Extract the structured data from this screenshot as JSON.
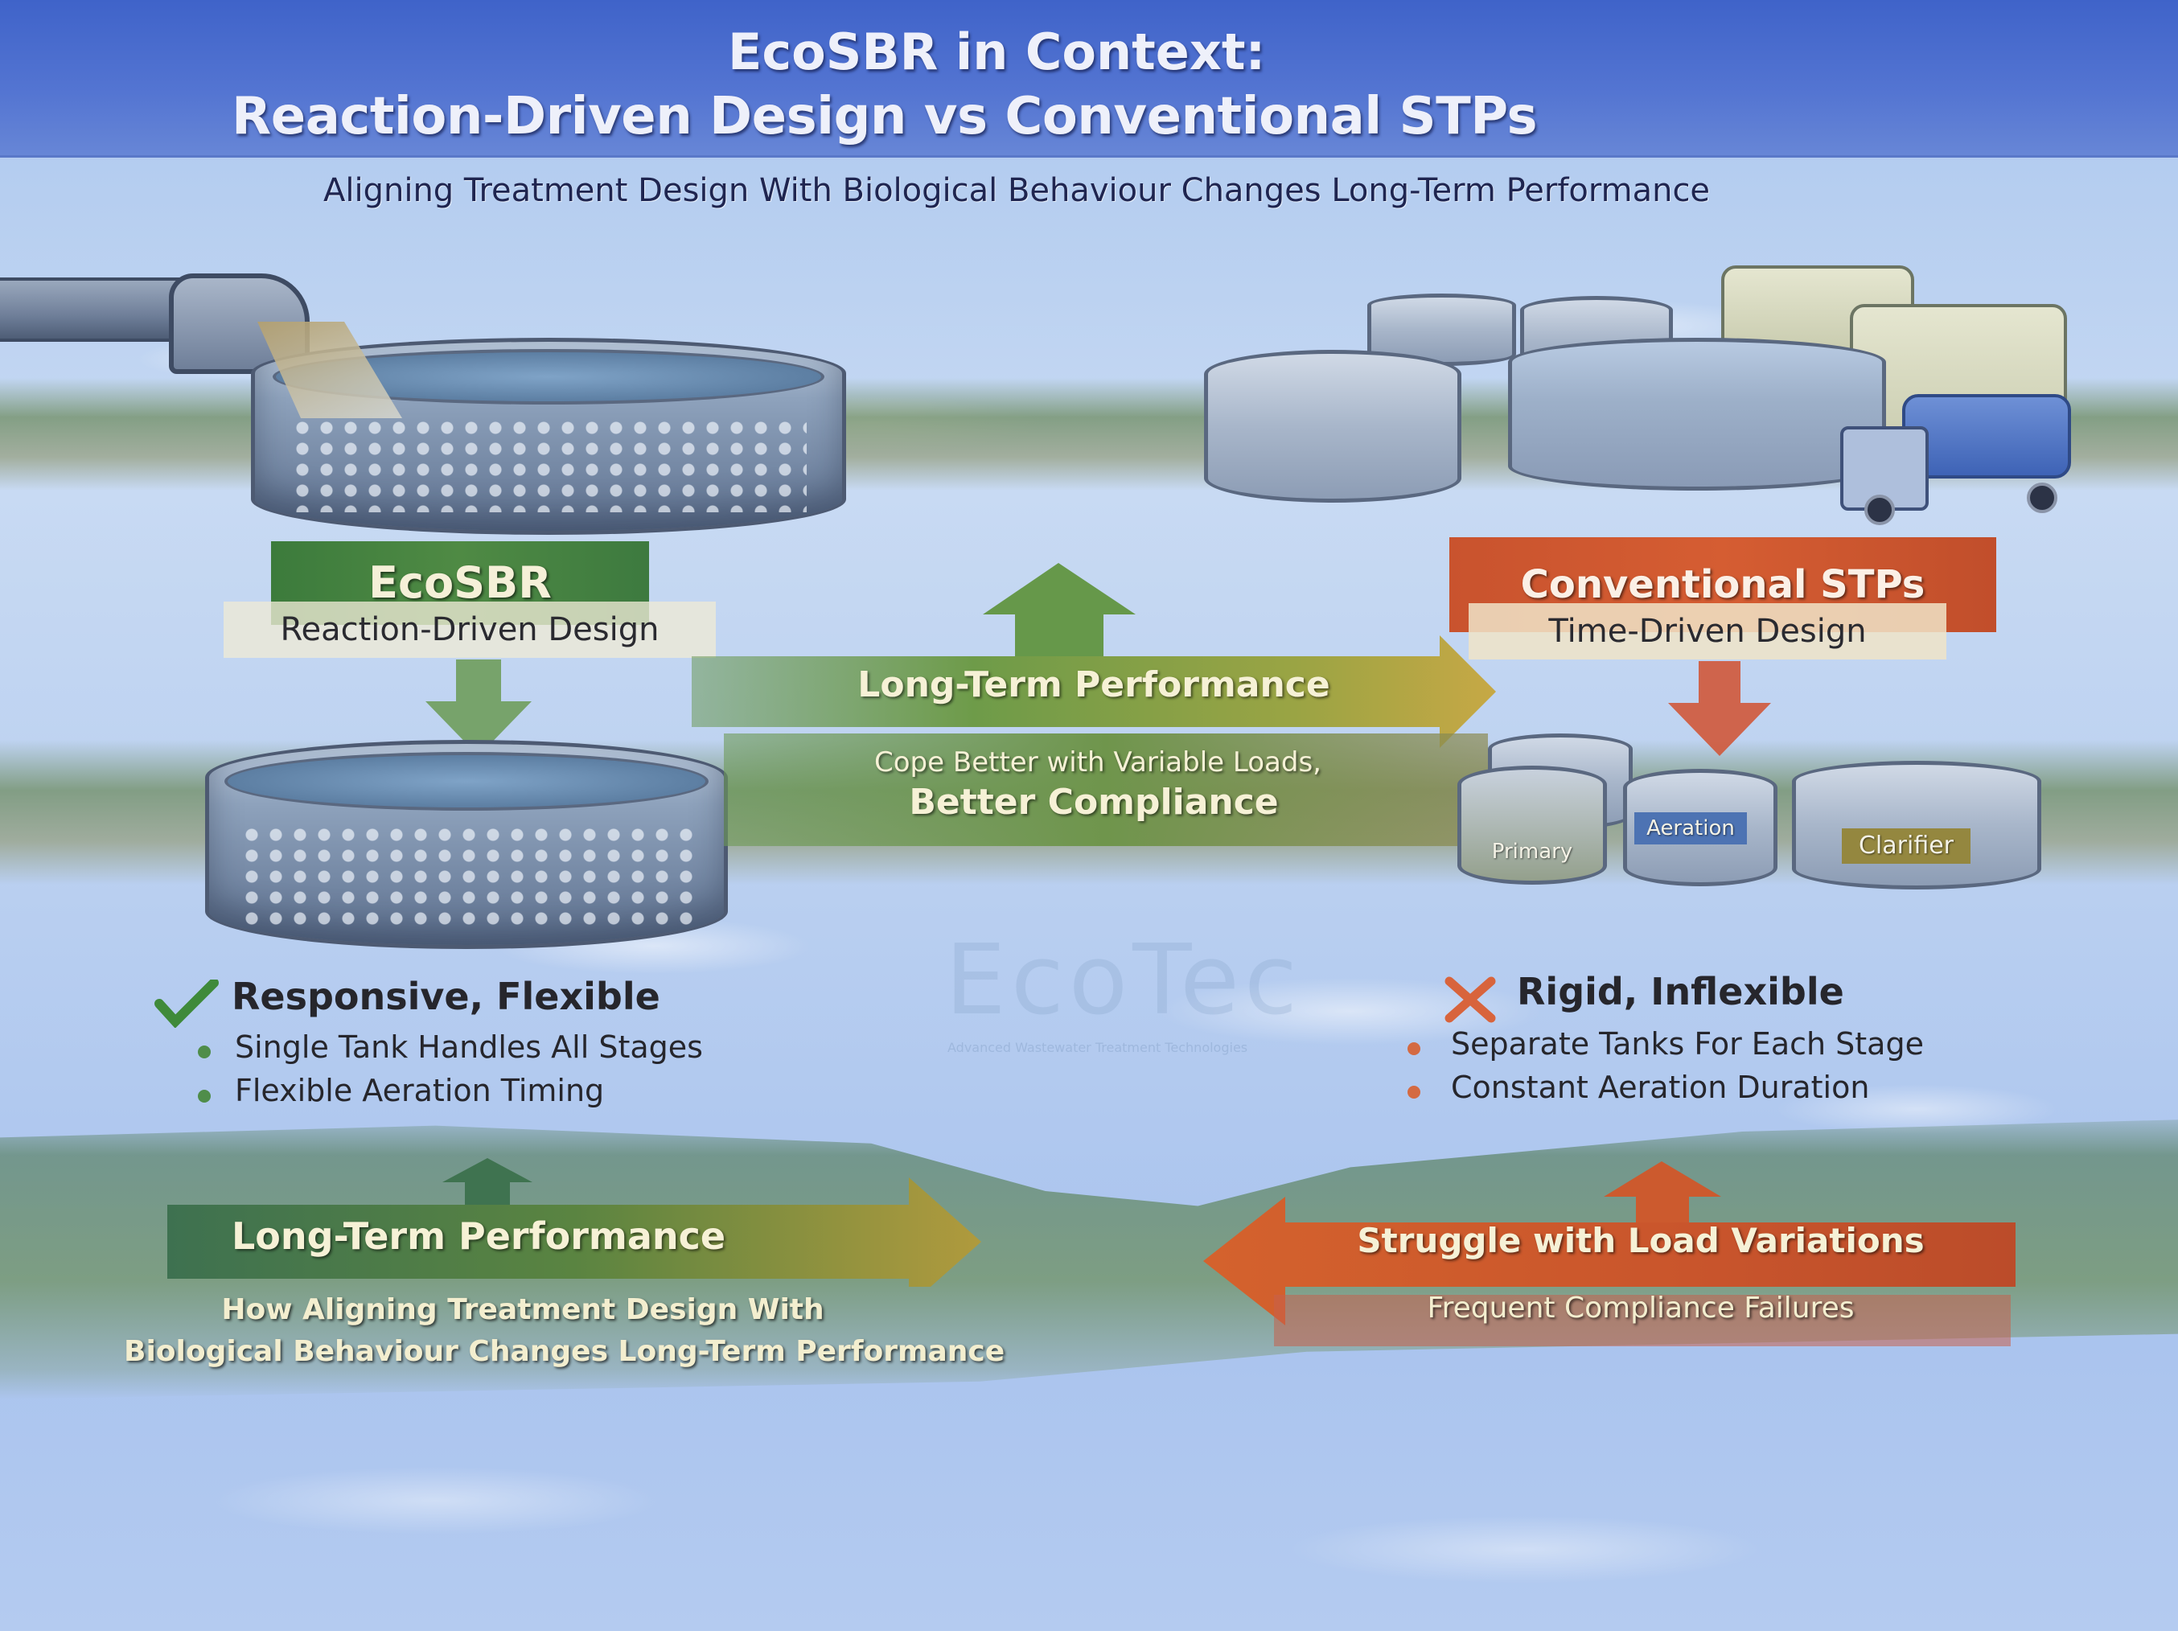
{
  "header": {
    "title_line1": "EcoSBR in Context:",
    "title_line2": "Reaction-Driven Design vs Conventional STPs",
    "subtitle": "Aligning Treatment Design With Biological Behaviour Changes Long-Term Performance"
  },
  "left": {
    "label": "EcoSBR",
    "sublabel": "Reaction-Driven Design",
    "heading_icon": "check-icon",
    "heading": "Responsive, Flexible",
    "bullets": [
      "Single Tank Handles All Stages",
      "Flexible Aeration Timing"
    ],
    "bottom_arrow": {
      "label": "Long-Term Performance",
      "note_line1": "How Aligning Treatment Design With",
      "note_line2": "Biological Behaviour Changes Long-Term Performance"
    }
  },
  "right": {
    "label": "Conventional STPs",
    "sublabel": "Time-Driven Design",
    "heading_icon": "cross-icon",
    "heading": "Rigid, Inflexible",
    "bullets": [
      "Separate Tanks For Each Stage",
      "Constant Aeration Duration"
    ],
    "tank_labels": [
      "Primary",
      "Aeration",
      "Clarifier"
    ],
    "bottom_arrow": {
      "label": "Struggle with Load Variations",
      "note": "Frequent Compliance Failures"
    }
  },
  "center": {
    "arrow_label": "Long-Term Performance",
    "note_line1": "Cope Better with Variable Loads,",
    "note_line2": "Better Compliance"
  },
  "watermark": {
    "brand": "EcoTec",
    "tagline": "Advanced Wastewater Treatment Technologies"
  },
  "colors": {
    "header_blue": "#4a6bcd",
    "eco_green": "#4a8543",
    "conventional_orange": "#cf5830",
    "arrow_olive": "#9a9a3a",
    "sky": "#c2d6f2"
  }
}
